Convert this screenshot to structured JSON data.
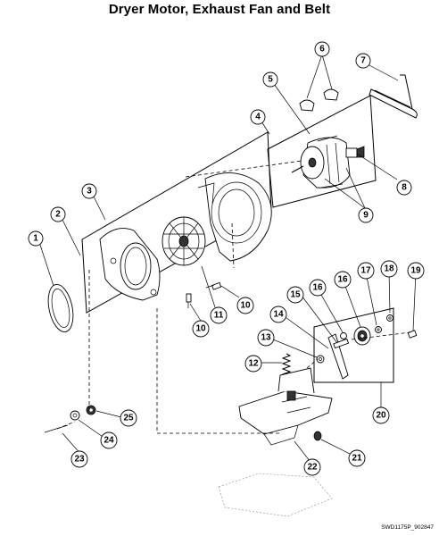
{
  "title": "Dryer Motor, Exhaust Fan and Belt",
  "drawing_code": "SWD1175P_902847",
  "callouts": [
    {
      "id": "c1",
      "label": "1"
    },
    {
      "id": "c2",
      "label": "2"
    },
    {
      "id": "c3",
      "label": "3"
    },
    {
      "id": "c4",
      "label": "4"
    },
    {
      "id": "c5",
      "label": "5"
    },
    {
      "id": "c6",
      "label": "6"
    },
    {
      "id": "c7",
      "label": "7"
    },
    {
      "id": "c8",
      "label": "8"
    },
    {
      "id": "c9",
      "label": "9"
    },
    {
      "id": "c10a",
      "label": "10"
    },
    {
      "id": "c10b",
      "label": "10"
    },
    {
      "id": "c11",
      "label": "11"
    },
    {
      "id": "c12",
      "label": "12"
    },
    {
      "id": "c13",
      "label": "13"
    },
    {
      "id": "c14",
      "label": "14"
    },
    {
      "id": "c15",
      "label": "15"
    },
    {
      "id": "c16a",
      "label": "16"
    },
    {
      "id": "c16b",
      "label": "16"
    },
    {
      "id": "c17",
      "label": "17"
    },
    {
      "id": "c18",
      "label": "18"
    },
    {
      "id": "c19",
      "label": "19"
    },
    {
      "id": "c20",
      "label": "20"
    },
    {
      "id": "c21",
      "label": "21"
    },
    {
      "id": "c22",
      "label": "22"
    },
    {
      "id": "c23",
      "label": "23"
    },
    {
      "id": "c24",
      "label": "24"
    },
    {
      "id": "c25",
      "label": "25"
    }
  ]
}
